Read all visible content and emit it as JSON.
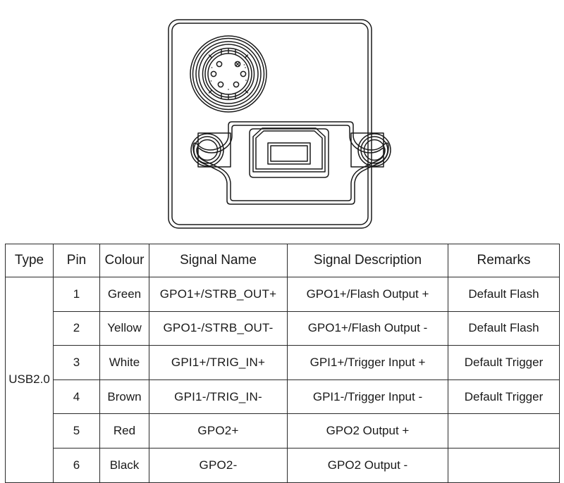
{
  "diagram": {
    "title": "camera-rear-panel-connector-drawing",
    "description": "Line drawing of a camera rear panel showing a 6-pin circular I/O connector above a USB 2.0 Type-B port with two mounting screw holes",
    "parts": [
      {
        "name": "camera-body-outline",
        "label": "Camera rear panel"
      },
      {
        "name": "circular-connector",
        "label": "6-pin circular I/O connector",
        "pin_count": 6
      },
      {
        "name": "usb-type-b-port",
        "label": "USB 2.0 Type-B port"
      },
      {
        "name": "screw-hole-left",
        "label": "Mounting screw hole (left)"
      },
      {
        "name": "screw-hole-right",
        "label": "Mounting screw hole (right)"
      }
    ],
    "stroke_color": "#1a1a1a",
    "fill_color": "#ffffff"
  },
  "table": {
    "name": "usb2-io-pinout",
    "headers": [
      "Type",
      "Pin",
      "Colour",
      "Signal Name",
      "Signal Description",
      "Remarks"
    ],
    "type_label": "USB2.0",
    "rows": [
      {
        "pin": "1",
        "colour": "Green",
        "signal_name": "GPO1+/STRB_OUT+",
        "signal_description": "GPO1+/Flash Output +",
        "remarks": "Default Flash"
      },
      {
        "pin": "2",
        "colour": "Yellow",
        "signal_name": "GPO1-/STRB_OUT-",
        "signal_description": "GPO1+/Flash Output -",
        "remarks": "Default Flash"
      },
      {
        "pin": "3",
        "colour": "White",
        "signal_name": "GPI1+/TRIG_IN+",
        "signal_description": "GPI1+/Trigger Input +",
        "remarks": "Default Trigger"
      },
      {
        "pin": "4",
        "colour": "Brown",
        "signal_name": "GPI1-/TRIG_IN-",
        "signal_description": "GPI1-/Trigger Input -",
        "remarks": "Default Trigger"
      },
      {
        "pin": "5",
        "colour": "Red",
        "signal_name": "GPO2+",
        "signal_description": "GPO2 Output +",
        "remarks": ""
      },
      {
        "pin": "6",
        "colour": "Black",
        "signal_name": "GPO2-",
        "signal_description": "GPO2 Output -",
        "remarks": ""
      }
    ]
  }
}
